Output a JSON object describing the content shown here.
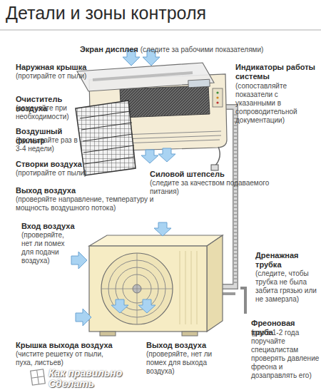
{
  "diagram": {
    "title": "Детали и зоны контроля",
    "labels": [
      "Экран дисплея",
      "(следите за рабочими показателями)",
      "Наружная крышка",
      "(протирайте от пыли)",
      "Индикаторы работы системы",
      "(сопоставляйте показатели с указанными в сопроводительной документации)",
      "Очиститель воздуха",
      "(заменяйте при необходимости)",
      "Воздушный фильтр",
      "(промывайте раз в 3-4 недели)",
      "Створки воздуха",
      "(протирайте от пыли)",
      "Силовой штепсель",
      "(следите за качеством подаваемого питания)",
      "Выход воздуха",
      "(проверяйте направление, температуру и мощность воздушного потока)",
      "Вход воздуха",
      "(проверяйте, нет ли помех для подачи воздуха)",
      "Дренажная трубка",
      "(следите, чтобы трубка не была забита грязью или не замерзла)",
      "Фреоновая труба",
      "(раз в 1-2 года поручайте специалистам проверять давление фреона и дозаправлять его)",
      "Крышка выхода воздуха",
      "(чистите решетку от пыли, пуха, листьев)",
      "Выход воздуха",
      "(проверяйте, нет ли помех для выхода воздуха)",
      "Как правильно",
      "Сделать"
    ]
  }
}
